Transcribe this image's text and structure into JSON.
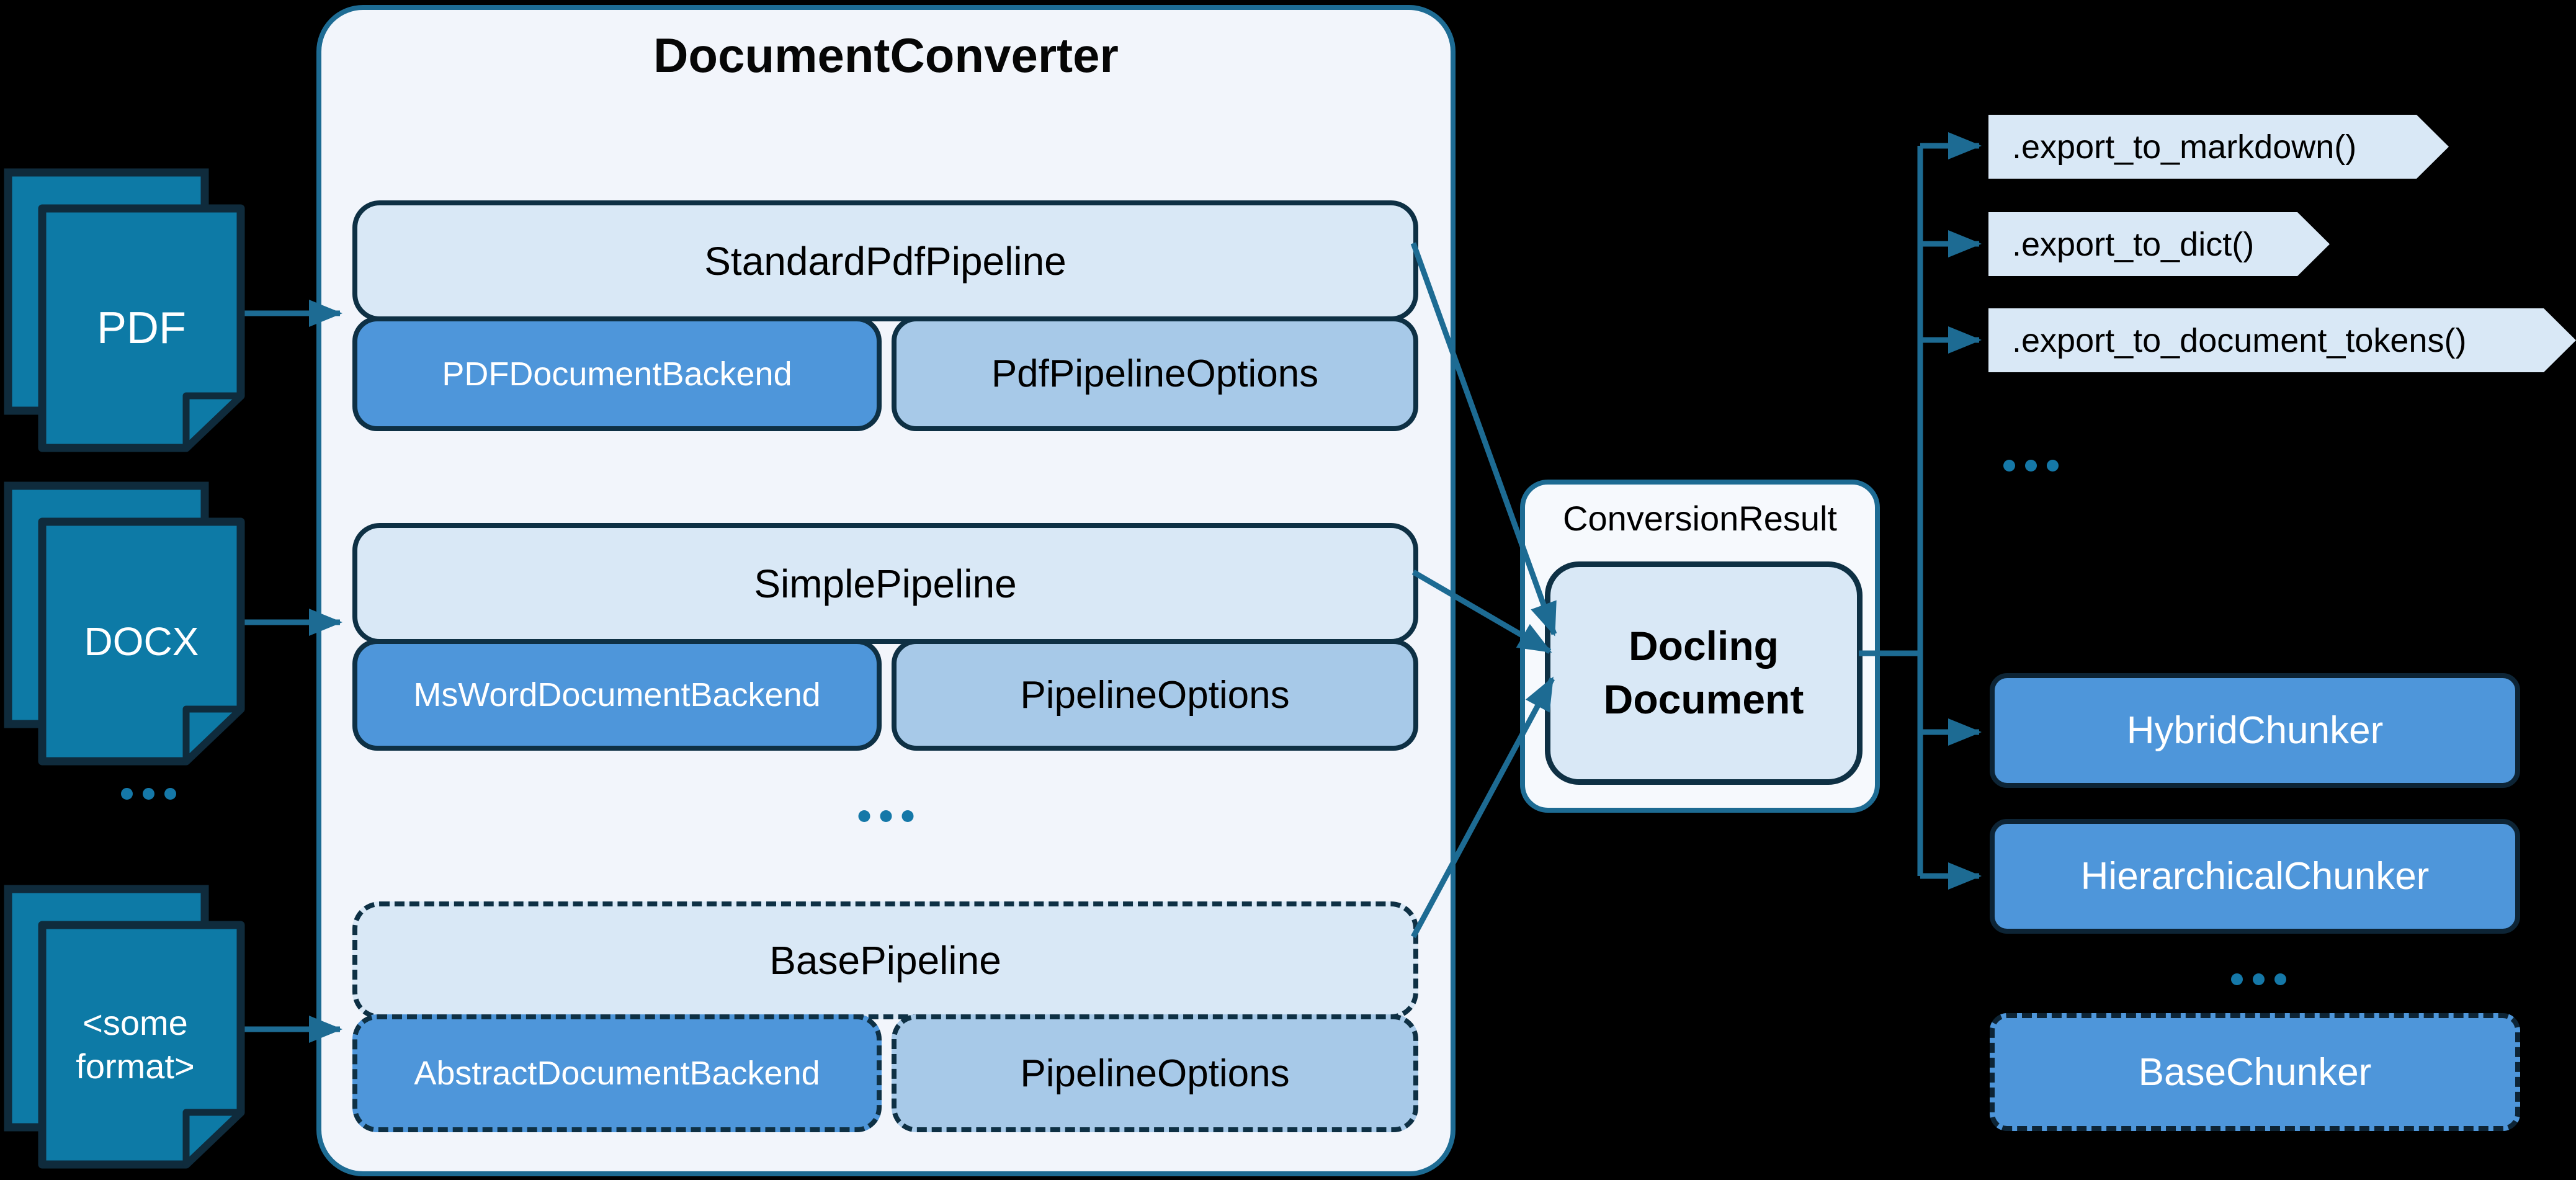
{
  "title": "DocumentConverter",
  "inputs": [
    {
      "label": "PDF"
    },
    {
      "label": "DOCX"
    },
    {
      "label": "<some format>"
    }
  ],
  "pipelines": [
    {
      "name": "StandardPdfPipeline",
      "backend": "PDFDocumentBackend",
      "options": "PdfPipelineOptions",
      "style": "solid"
    },
    {
      "name": "SimplePipeline",
      "backend": "MsWordDocumentBackend",
      "options": "PipelineOptions",
      "style": "solid"
    },
    {
      "name": "BasePipeline",
      "backend": "AbstractDocumentBackend",
      "options": "PipelineOptions",
      "style": "dashed"
    }
  ],
  "result": {
    "label": "ConversionResult",
    "document": "Docling Document"
  },
  "exports": [
    ".export_to_markdown()",
    ".export_to_dict()",
    ".export_to_document_tokens()"
  ],
  "chunkers": [
    {
      "label": "HybridChunker",
      "style": "solid"
    },
    {
      "label": "HierarchicalChunker",
      "style": "solid"
    },
    {
      "label": "BaseChunker",
      "style": "dashed"
    }
  ],
  "ellipsis": "...",
  "colors": {
    "background": "#000000",
    "teal_line": "#1d6b93",
    "icon_fill": "#0d7aa6",
    "icon_border": "#0f2b3c",
    "box_border_dark": "#0e3044",
    "light_blue": "#d9e8f6",
    "medium_blue": "#4e96da",
    "pale_blue": "#a7c9e8",
    "converter_bg": "#f2f5fb",
    "result_bg": "#f6f9fd",
    "dots": "#1578a8"
  }
}
